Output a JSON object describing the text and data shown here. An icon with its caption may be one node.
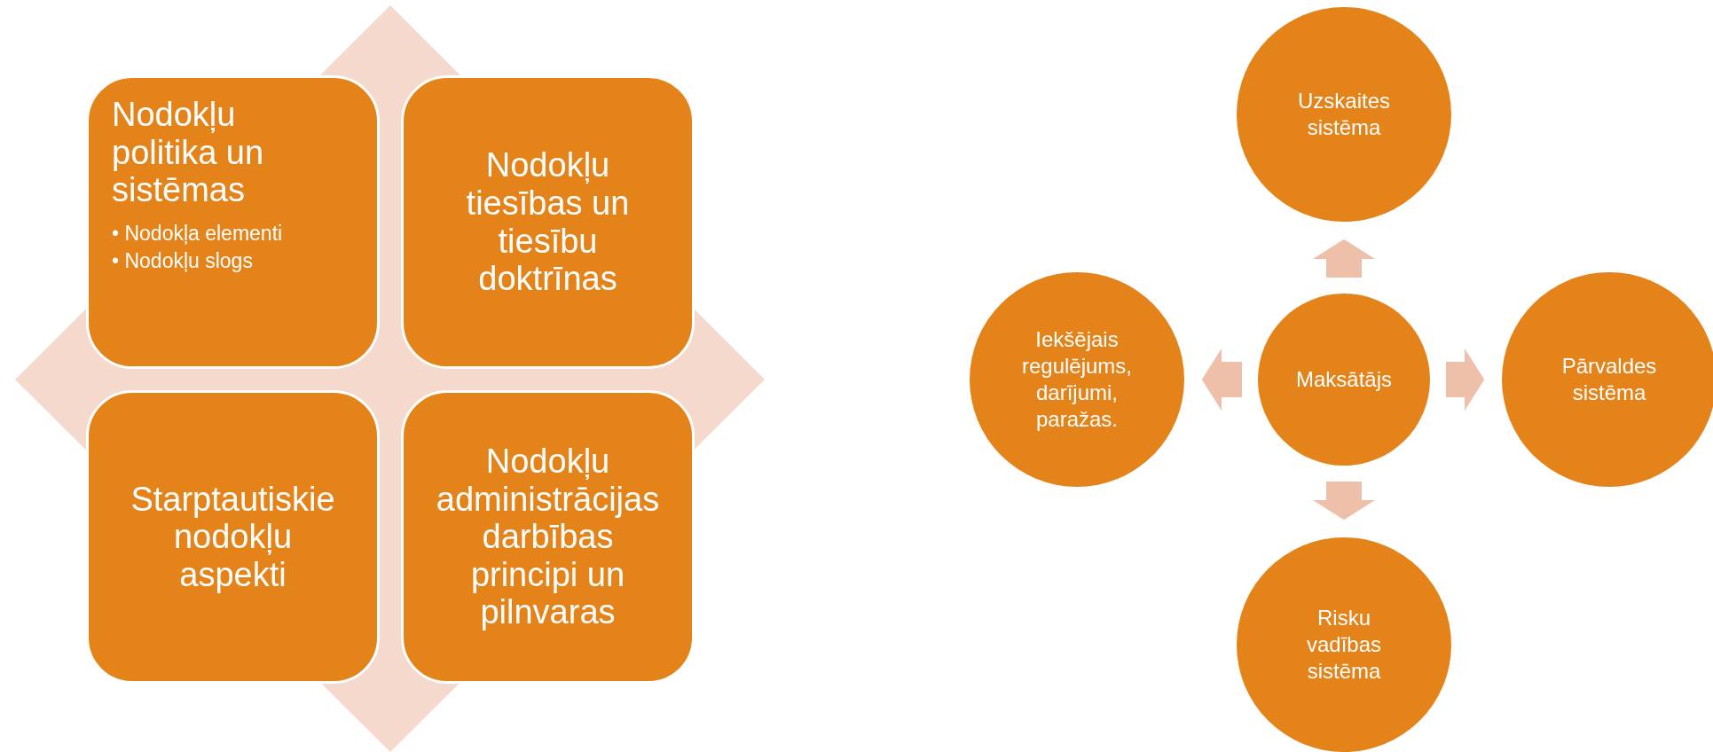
{
  "diagram": {
    "nodes": [
      {
        "text": [
          "Nodokļu politika un sistēmas",
          "• Nodokļa elementi",
          "• Nodokļu slogs"
        ]
      },
      {
        "text": [
          "Nodokļu tiesības un tiesību doktrīnas"
        ]
      },
      {
        "text": [
          "Starptautiskie nodokļu aspekti"
        ]
      },
      {
        "text": [
          "Nodokļu administrācijas darbības principi un pilnvaras"
        ]
      },
      {
        "text": [
          "Uzskaites sistēma"
        ]
      },
      {
        "text": [
          "Iekšējais regulējums, darījumi, paražas."
        ]
      },
      {
        "text": [
          "Maksātājs"
        ]
      },
      {
        "text": [
          "Pārvaldes sistēma"
        ]
      },
      {
        "text": [
          "Risku vadības sistēma"
        ]
      }
    ],
    "edges": [
      {
        "from": 6,
        "to": 4,
        "arrow": "to"
      },
      {
        "from": 6,
        "to": 5,
        "arrow": "to"
      },
      {
        "from": 6,
        "to": 7,
        "arrow": "to"
      },
      {
        "from": 6,
        "to": 8,
        "arrow": "to"
      }
    ]
  }
}
